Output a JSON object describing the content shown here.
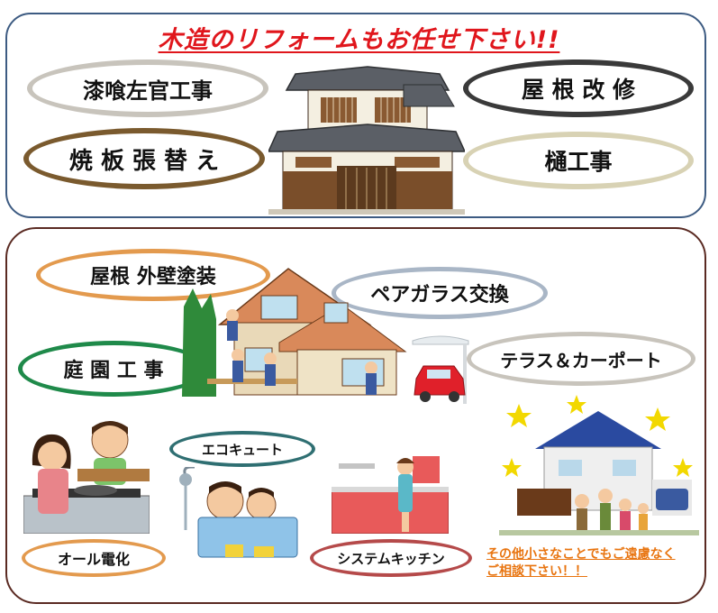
{
  "headline": "木造のリフォームもお任せ下さい!!",
  "top_services": {
    "plaster": "漆喰左官工事",
    "charred_board": "焼 板 張 替 え",
    "roof_repair": "屋 根 改 修",
    "gutter": "樋工事"
  },
  "bottom_services": {
    "roof_wall_paint": "屋根 外壁塗装",
    "pair_glass": "ペアガラス交換",
    "garden": "庭 園 工 事",
    "terrace": "テラス＆カーポート",
    "ecocute": "エコキュート",
    "all_electric": "オール電化",
    "system_kitchen": "システムキッチン"
  },
  "note": {
    "line1": "その他小さなことでもご遠慮なく",
    "line2": "ご相談下さい！！"
  },
  "colors": {
    "top_panel_border": "#3d5b82",
    "bottom_panel_border": "#5a2a22",
    "headline": "#e0161c",
    "note": "#e8740f",
    "ring_grey": "#c8c4bc",
    "ring_brown": "#7a5a2e",
    "ring_dark": "#3a3a3a",
    "ring_tan": "#d8d2b4",
    "ring_orange": "#e39a4e",
    "ring_blue": "#a9b6c6",
    "ring_green": "#1f8a4a",
    "ring_teal": "#2f6f72",
    "ring_red": "#b54a4a"
  }
}
